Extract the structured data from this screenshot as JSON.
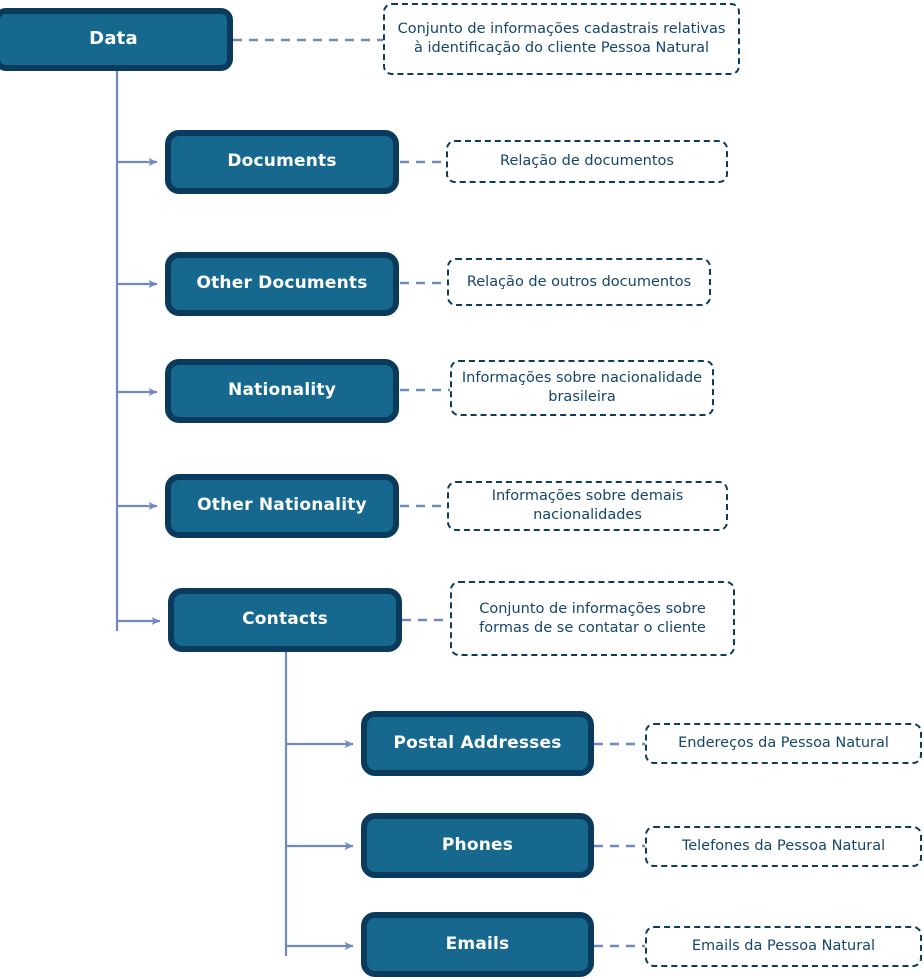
{
  "diagram": {
    "title": "Data",
    "colors": {
      "node_fill": "#17688f",
      "node_border": "#0a3a5c",
      "node_text": "#ffffff",
      "note_border": "#0d3b5c",
      "note_text": "#15456b",
      "connector": "#7189bd",
      "background": "#ffffff"
    }
  },
  "nodes": {
    "root": {
      "label": "Data",
      "note": "Conjunto de informações cadastrais relativas à identificação do cliente Pessoa Natural"
    },
    "documents": {
      "label": "Documents",
      "note": "Relação de documentos"
    },
    "other_documents": {
      "label": "Other Documents",
      "note": "Relação de outros documentos"
    },
    "nationality": {
      "label": "Nationality",
      "note": "Informações sobre nacionalidade brasileira"
    },
    "other_nationality": {
      "label": "Other Nationality",
      "note": "Informações sobre demais nacionalidades"
    },
    "contacts": {
      "label": "Contacts",
      "note": "Conjunto de informações sobre formas de se contatar o cliente"
    },
    "postal_addresses": {
      "label": "Postal Addresses",
      "note": "Endereços da Pessoa Natural"
    },
    "phones": {
      "label": "Phones",
      "note": "Telefones da Pessoa Natural"
    },
    "emails": {
      "label": "Emails",
      "note": "Emails da Pessoa Natural"
    }
  }
}
